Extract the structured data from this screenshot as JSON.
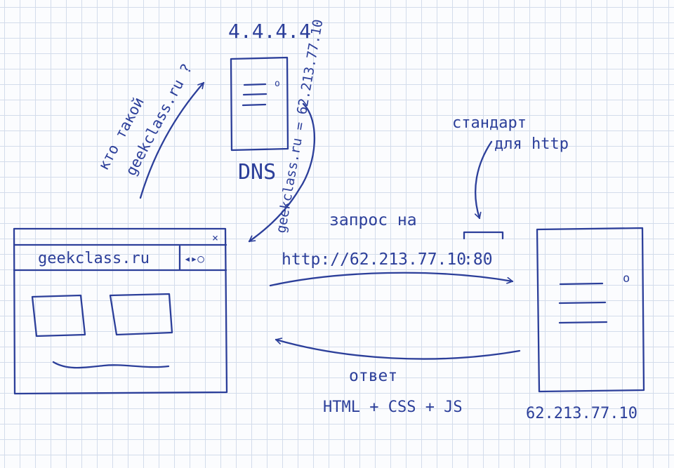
{
  "dns": {
    "ip": "4.4.4.4",
    "label": "DNS"
  },
  "question": {
    "line1": "кто такой",
    "line2": "geekclass.ru ?"
  },
  "dns_answer": "geekclass.ru = 62.213.77.10",
  "browser": {
    "address": "geekclass.ru",
    "nav": "◂▸○",
    "close": "×"
  },
  "standard": {
    "line1": "стандарт",
    "line2": "для http"
  },
  "request": {
    "line1": "запрос на",
    "url": "http://62.213.77.10",
    "port": ":80"
  },
  "response": {
    "line1": "ответ",
    "line2": "HTML + CSS + JS"
  },
  "server": {
    "ip": "62.213.77.10",
    "led": "o"
  }
}
